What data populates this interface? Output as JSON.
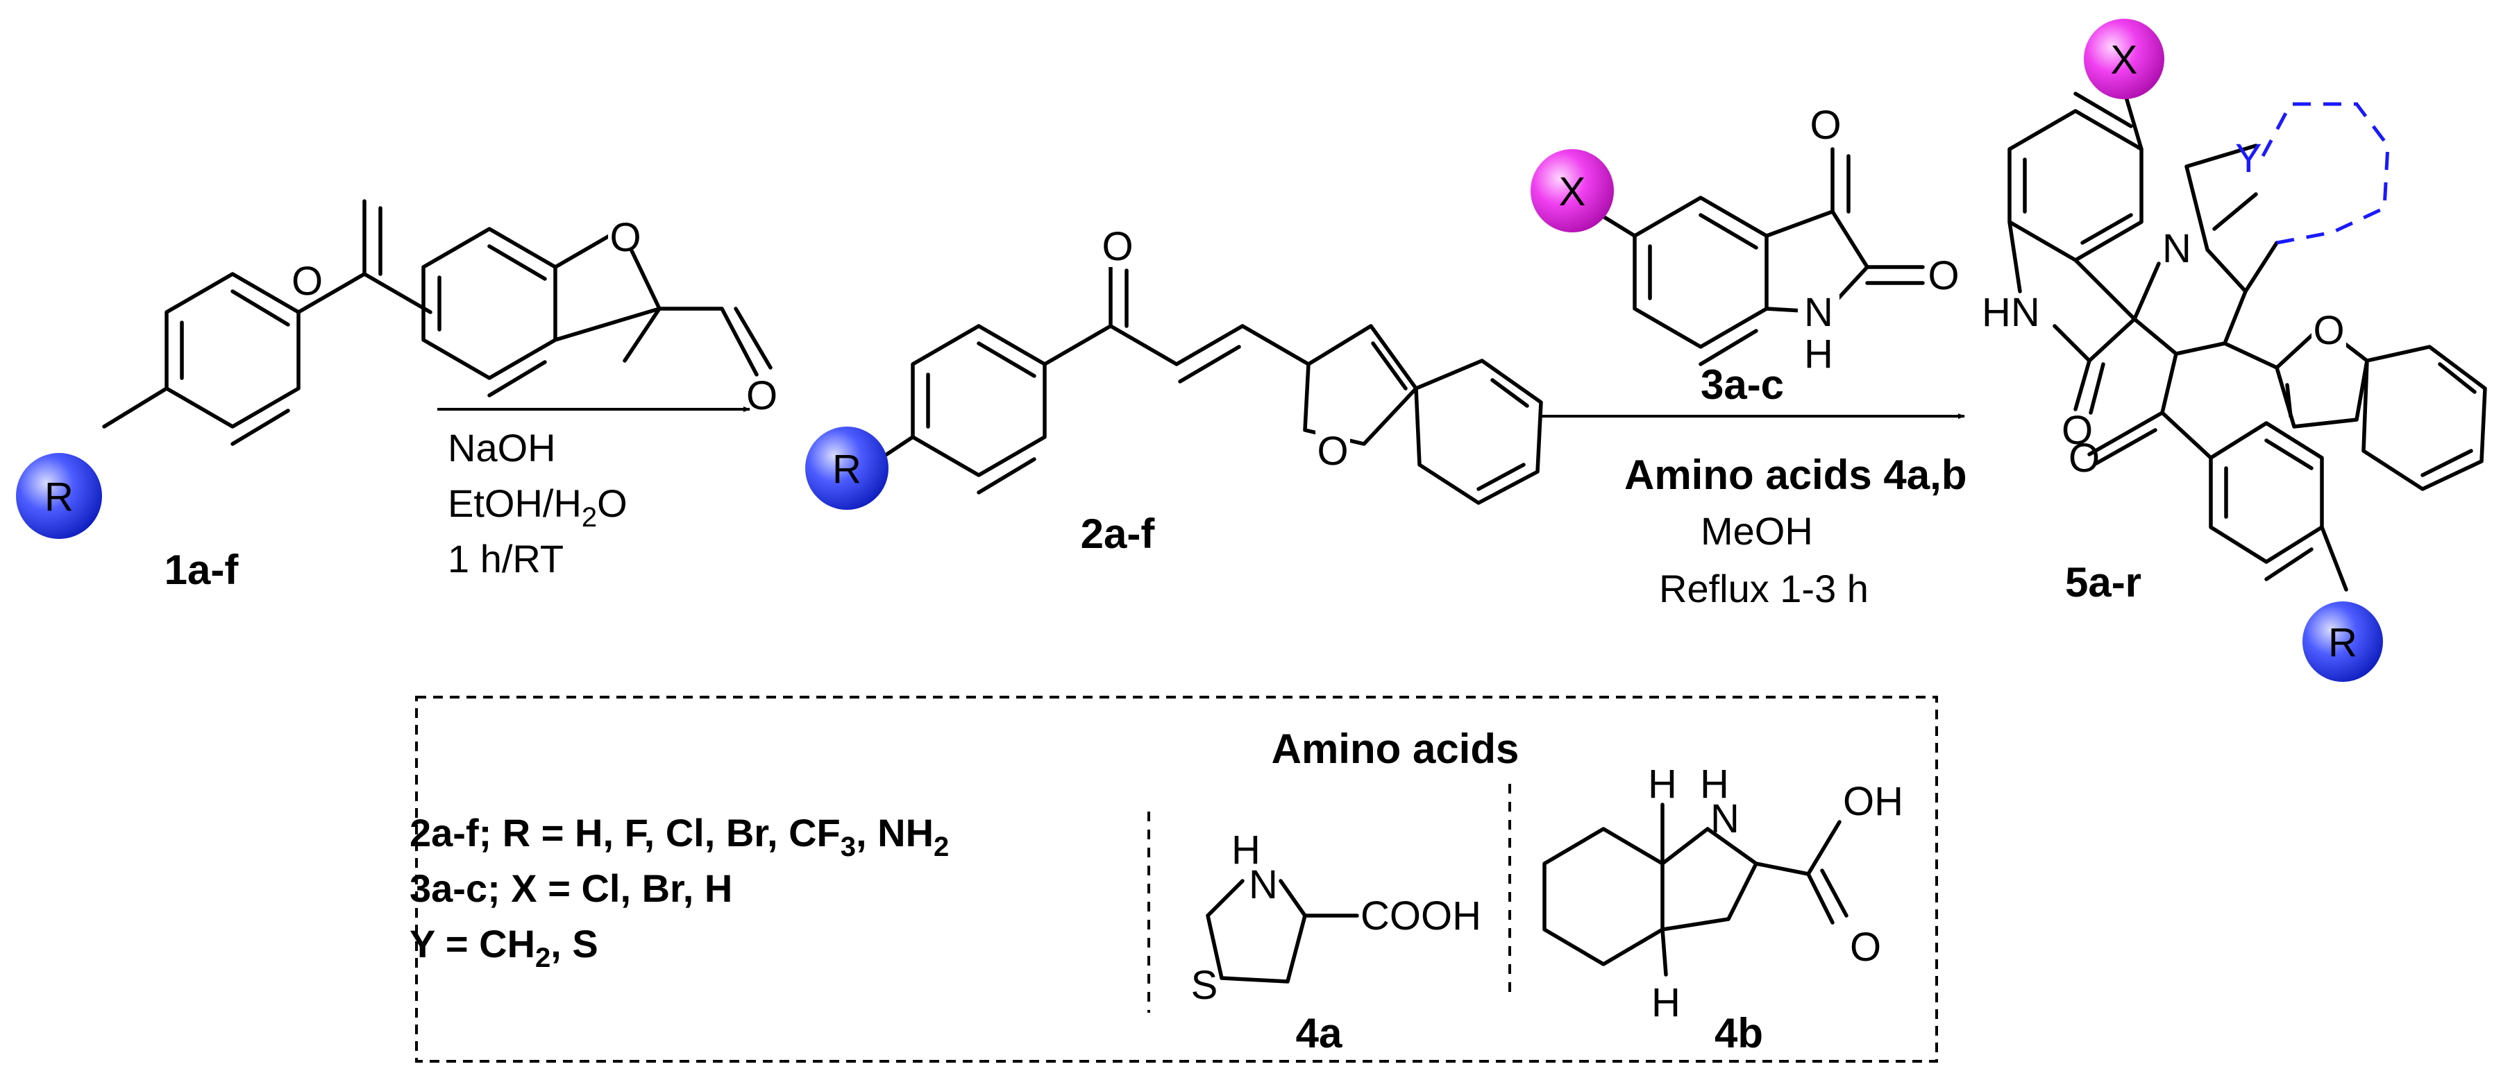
{
  "compounds": {
    "c1": "1a-f",
    "c2": "2a-f",
    "c3": "3a-c",
    "c5": "5a-r",
    "c4a": "4a",
    "c4b": "4b"
  },
  "substituents": {
    "R": "R",
    "X": "X",
    "Y": "Y"
  },
  "atoms": {
    "O": "O",
    "N": "N",
    "NH": "NH",
    "HN": "HN",
    "H": "H",
    "S": "S",
    "OH": "OH",
    "COOH": "COOH"
  },
  "step1": {
    "reagent1": "NaOH",
    "reagent2_main": "EtOH/H",
    "reagent2_sub": "2",
    "reagent2_tail": "O",
    "reagent3": "1 h/RT"
  },
  "step2": {
    "reagent1": "Amino acids 4a,b",
    "reagent2": "MeOH",
    "reagent3": "Reflux 1-3 h"
  },
  "legend": {
    "title": "Amino acids",
    "line1_a": "2a-f; R = H, F, Cl, Br, CF",
    "line1_sub1": "3",
    "line1_b": ", NH",
    "line1_sub2": "2",
    "line2": "3a-c; X = Cl, Br, H",
    "line3_a": "Y = CH",
    "line3_sub": "2",
    "line3_b": ", S"
  },
  "colors": {
    "R_sphere": "#2233ee",
    "X_sphere": "#e020e0",
    "Y_ring": "#1a1aff"
  }
}
